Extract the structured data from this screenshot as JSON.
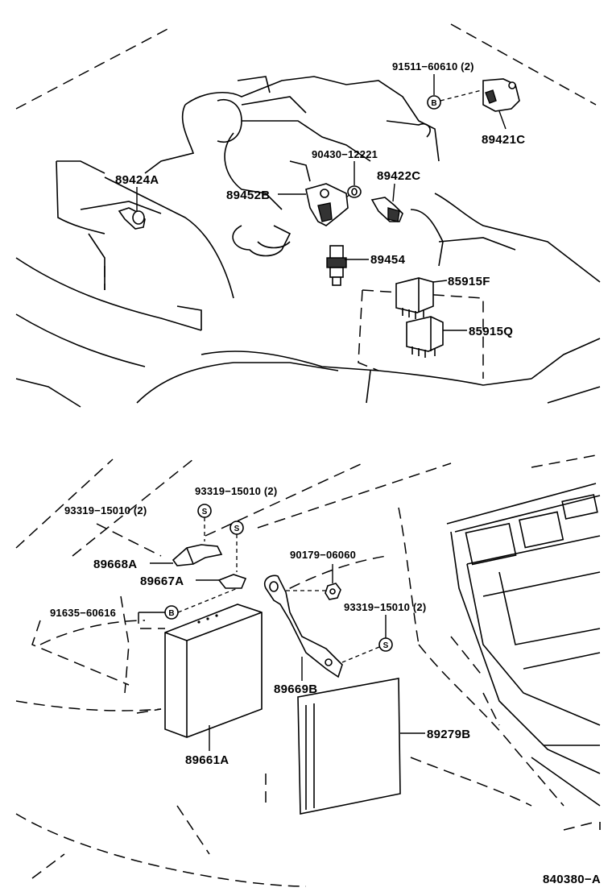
{
  "labels": {
    "p91511": "91511−60610 (2)",
    "p89421C": "89421C",
    "p90430": "90430−12221",
    "p89422C": "89422C",
    "p89424A": "89424A",
    "p89452B": "89452B",
    "p89454": "89454",
    "p85915F": "85915F",
    "p85915Q": "85915Q",
    "p93319a": "93319−15010 (2)",
    "p93319b": "93319−15010 (2)",
    "p89668A": "89668A",
    "p89667A": "89667A",
    "p90179": "90179−06060",
    "p91635": "91635−60616",
    "p93319c": "93319−15010 (2)",
    "p89669B": "89669B",
    "p89661A": "89661A",
    "p89279B": "89279B",
    "drawing_code": "840380−A"
  },
  "symbols": {
    "bolt": "B",
    "screw": "S"
  }
}
